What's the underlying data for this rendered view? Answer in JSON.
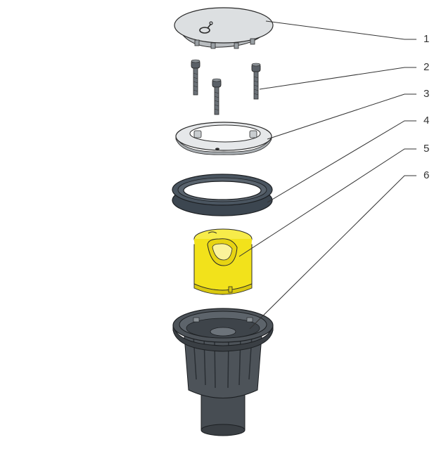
{
  "diagram": {
    "type": "exploded-assembly",
    "colors": {
      "outline": "#2a2a2a",
      "cover": "#dcdfe1",
      "ring": "#e6e8ea",
      "gasket": "#4a5560",
      "insert": "#f2e21b",
      "body": "#4d5359",
      "leader": "#333333"
    },
    "parts": [
      {
        "label": "1",
        "name": "cover-plate"
      },
      {
        "label": "2",
        "name": "screws"
      },
      {
        "label": "3",
        "name": "clamping-ring"
      },
      {
        "label": "4",
        "name": "sealing-gasket"
      },
      {
        "label": "5",
        "name": "odour-trap-insert"
      },
      {
        "label": "6",
        "name": "drain-body"
      }
    ]
  }
}
